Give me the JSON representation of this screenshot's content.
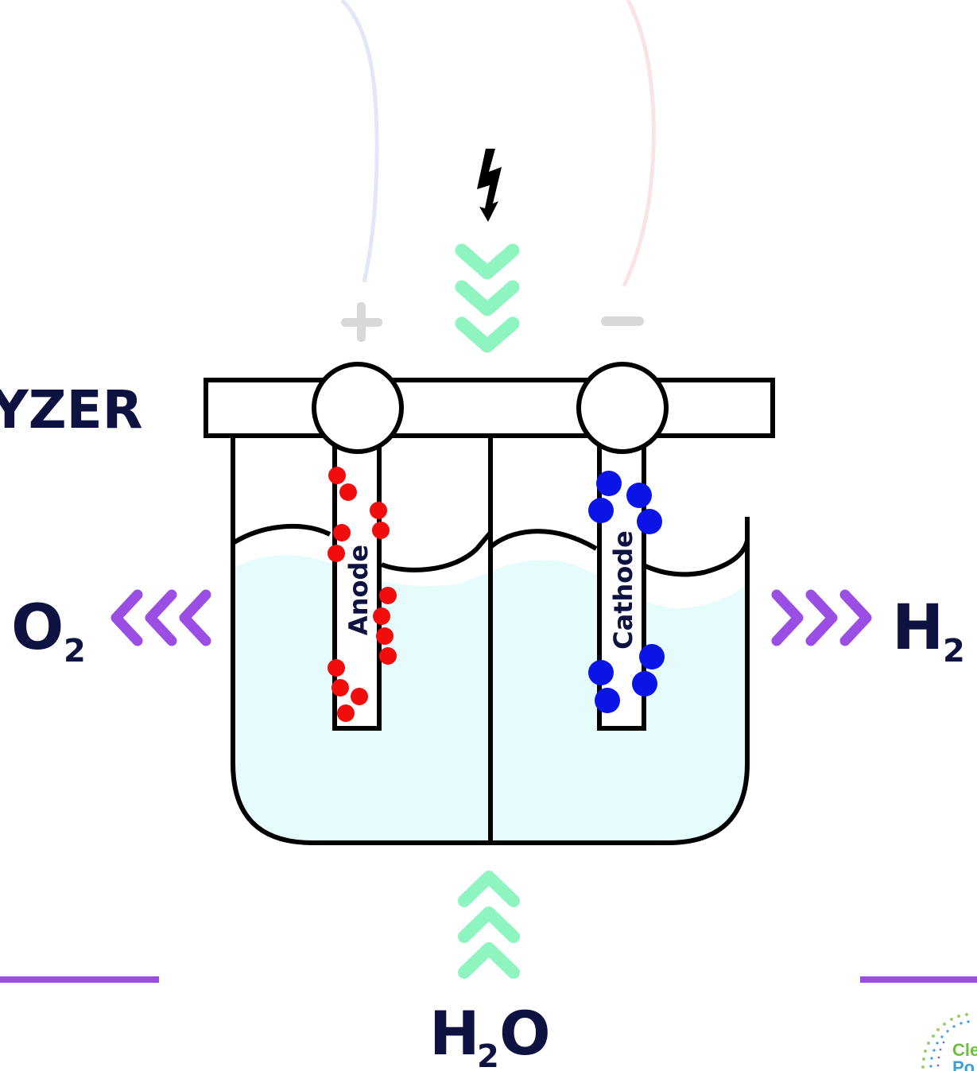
{
  "title_fragment": "YZER",
  "plus_sign": "+",
  "minus_sign": "−",
  "anode_label": "Anode",
  "cathode_label": "Cathode",
  "o2": {
    "base": "O",
    "sub": "2"
  },
  "h2": {
    "base": "H",
    "sub": "2"
  },
  "h2o": {
    "first": "H",
    "sub": "2",
    "last": "O"
  },
  "logo_text": {
    "line1": "Cle",
    "line2": "Po"
  },
  "colors": {
    "navy": "#0e1240",
    "purple": "#9b4ee3",
    "mint": "#8ff5c0",
    "water": "#e6fbfb",
    "anode_bubbles": "#f20d0d",
    "cathode_bubbles": "#0a14e6",
    "wire_positive": "#e3e6f8",
    "wire_negative": "#fbe3e3",
    "sign_gray": "#d8d8d8"
  },
  "icons": [
    "lightning-icon",
    "down-chevron-icon",
    "up-chevron-icon",
    "left-chevron-icon",
    "right-chevron-icon"
  ]
}
